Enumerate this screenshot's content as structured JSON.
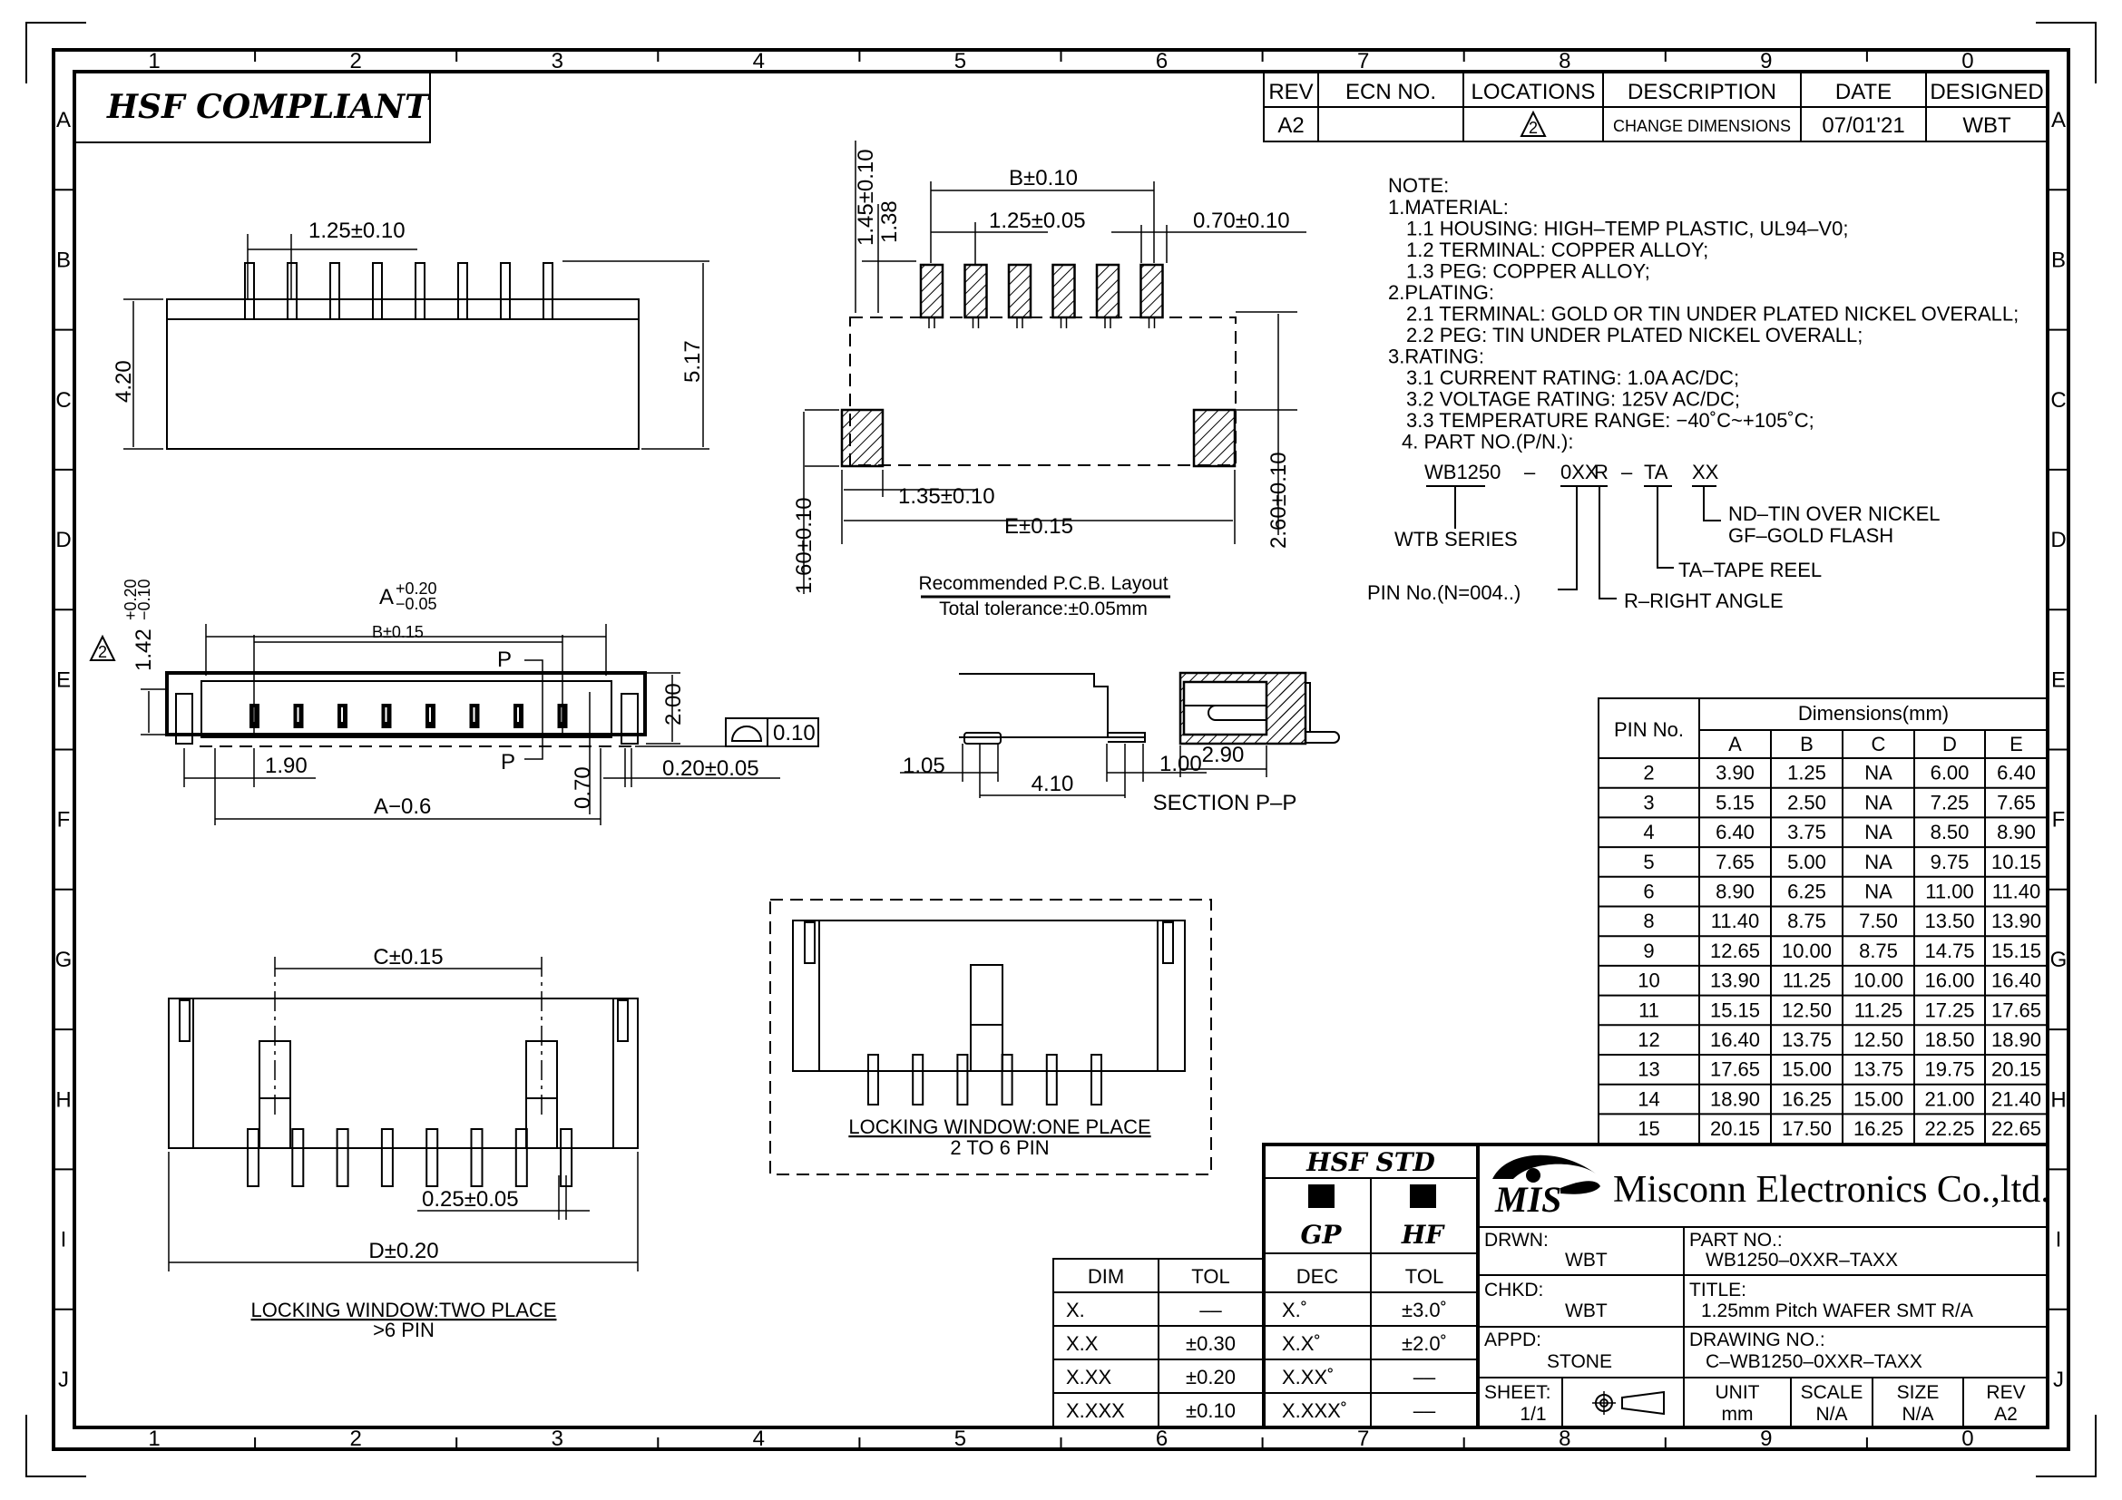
{
  "frame": {
    "columns": [
      "1",
      "2",
      "3",
      "4",
      "5",
      "6",
      "7",
      "8",
      "9",
      "0"
    ],
    "rows": [
      "A",
      "B",
      "C",
      "D",
      "E",
      "F",
      "G",
      "H",
      "I",
      "J"
    ]
  },
  "hsf_banner": "HSF COMPLIANT",
  "revision_table": {
    "headers": [
      "REV",
      "ECN NO.",
      "LOCATIONS",
      "DESCRIPTION",
      "DATE",
      "DESIGNED"
    ],
    "row": {
      "rev": "A2",
      "ecn": "",
      "location_marker": "2",
      "description": "CHANGE DIMENSIONS",
      "date": "07/01'21",
      "designed": "WBT"
    }
  },
  "notes": {
    "heading": "NOTE:",
    "lines": [
      "1.MATERIAL:",
      "1.1  HOUSING:  HIGH–TEMP  PLASTIC,  UL94–V0;",
      "1.2  TERMINAL:  COPPER  ALLOY;",
      "1.3  PEG:  COPPER  ALLOY;",
      "2.PLATING:",
      "2.1  TERMINAL:  GOLD  OR  TIN  UNDER  PLATED  NICKEL  OVERALL;",
      "2.2  PEG:  TIN  UNDER  PLATED  NICKEL  OVERALL;",
      "3.RATING:",
      "3.1  CURRENT  RATING:  1.0A  AC/DC;",
      "3.2  VOLTAGE  RATING:  125V  AC/DC;",
      "3.3  TEMPERATURE  RANGE:  −40˚C~+105˚C;",
      "4.  PART  NO.(P/N.):"
    ],
    "part_number_breakdown": {
      "series_code": "WB1250",
      "dash1": "–",
      "pin_code": "0XX",
      "angle_code": "R",
      "dash2": "–",
      "packing_code": "TA",
      "plating_code": "XX",
      "series_label": "WTB  SERIES",
      "pin_label": "PIN  No.(N=004..)",
      "angle_label": "R–RIGHT  ANGLE",
      "packing_label": "TA–TAPE  REEL",
      "plating_label_1": "ND–TIN  OVER  NICKEL",
      "plating_label_2": "GF–GOLD  FLASH"
    }
  },
  "top_view": {
    "pitch": "1.25±0.10",
    "body_height": "4.20",
    "overall_height": "5.17"
  },
  "pcb_layout": {
    "dim_b": "B±0.10",
    "pitch": "1.25±0.05",
    "pad_width": "0.70±0.10",
    "pad_len_outer": "1.45±0.10",
    "pad_len_inner": "1.38",
    "peg_pad_height": "1.60±0.10",
    "peg_pad_width": "1.35±0.10",
    "dim_e": "E±0.15",
    "peg_to_pad": "2.60±0.10",
    "title": "Recommended  P.C.B.  Layout",
    "subtitle": "Total  tolerance:±0.05mm"
  },
  "front_view": {
    "dim_a_base": "A",
    "dim_a_plus": "+0.20",
    "dim_a_minus": "−0.05",
    "dim_b": "B±0.15",
    "section_mark": "P",
    "height_base": "1.42",
    "height_plus": "+0.20",
    "height_minus": "−0.10",
    "rev_marker": "2",
    "height_200": "2.00",
    "flatness_value": "0.10",
    "dim_190": "1.90",
    "dim_070": "0.70",
    "dim_peg": "0.20±0.05",
    "dim_a_minus_06": "A−0.6"
  },
  "side_view": {
    "dim_105": "1.05",
    "dim_410": "4.10",
    "dim_100": "1.00"
  },
  "section_view": {
    "dim_290": "2.90",
    "label": "SECTION  P–P"
  },
  "bottom_view_large": {
    "dim_c": "C±0.15",
    "pin_width": "0.25±0.05",
    "dim_d": "D±0.20",
    "caption_1": "LOCKING  WINDOW:TWO  PLACE",
    "caption_2": ">6  PIN"
  },
  "bottom_view_small": {
    "caption_1": "LOCKING  WINDOW:ONE  PLACE",
    "caption_2": "2  TO  6  PIN"
  },
  "dimension_table": {
    "pin_header": "PIN  No.",
    "group_header": "Dimensions(mm)",
    "columns": [
      "A",
      "B",
      "C",
      "D",
      "E"
    ],
    "rows": [
      {
        "pin": "2",
        "values": [
          "3.90",
          "1.25",
          "NA",
          "6.00",
          "6.40"
        ]
      },
      {
        "pin": "3",
        "values": [
          "5.15",
          "2.50",
          "NA",
          "7.25",
          "7.65"
        ]
      },
      {
        "pin": "4",
        "values": [
          "6.40",
          "3.75",
          "NA",
          "8.50",
          "8.90"
        ]
      },
      {
        "pin": "5",
        "values": [
          "7.65",
          "5.00",
          "NA",
          "9.75",
          "10.15"
        ]
      },
      {
        "pin": "6",
        "values": [
          "8.90",
          "6.25",
          "NA",
          "11.00",
          "11.40"
        ]
      },
      {
        "pin": "8",
        "values": [
          "11.40",
          "8.75",
          "7.50",
          "13.50",
          "13.90"
        ]
      },
      {
        "pin": "9",
        "values": [
          "12.65",
          "10.00",
          "8.75",
          "14.75",
          "15.15"
        ]
      },
      {
        "pin": "10",
        "values": [
          "13.90",
          "11.25",
          "10.00",
          "16.00",
          "16.40"
        ]
      },
      {
        "pin": "11",
        "values": [
          "15.15",
          "12.50",
          "11.25",
          "17.25",
          "17.65"
        ]
      },
      {
        "pin": "12",
        "values": [
          "16.40",
          "13.75",
          "12.50",
          "18.50",
          "18.90"
        ]
      },
      {
        "pin": "13",
        "values": [
          "17.65",
          "15.00",
          "13.75",
          "19.75",
          "20.15"
        ]
      },
      {
        "pin": "14",
        "values": [
          "18.90",
          "16.25",
          "15.00",
          "21.00",
          "21.40"
        ]
      },
      {
        "pin": "15",
        "values": [
          "20.15",
          "17.50",
          "16.25",
          "22.25",
          "22.65"
        ]
      }
    ]
  },
  "tolerance_table": {
    "headers": [
      "DIM",
      "TOL"
    ],
    "rows": [
      [
        "X.",
        "––"
      ],
      [
        "X.X",
        "±0.30"
      ],
      [
        "X.XX",
        "±0.20"
      ],
      [
        "X.XXX",
        "±0.10"
      ]
    ]
  },
  "hsf_std": {
    "title": "HSF  STD",
    "gp": "GP",
    "hf": "HF",
    "headers": [
      "DEC",
      "TOL"
    ],
    "rows": [
      [
        "X.˚",
        "±3.0˚"
      ],
      [
        "X.X˚",
        "±2.0˚"
      ],
      [
        "X.XX˚",
        "––"
      ],
      [
        "X.XXX˚",
        "––"
      ]
    ]
  },
  "title_block": {
    "logo_text": "MIS",
    "company": "Misconn Electronics Co.,ltd.",
    "drawn_label": "DRWN:",
    "drawn_by": "WBT",
    "checked_label": "CHKD:",
    "checked_by": "WBT",
    "approved_label": "APPD:",
    "approved_by": "STONE",
    "part_no_label": "PART  NO.:",
    "part_no": "WB1250–0XXR–TAXX",
    "title_label": "TITLE:",
    "title": "1.25mm  Pitch  WAFER  SMT  R/A",
    "drawing_no_label": "DRAWING  NO.:",
    "drawing_no": "C–WB1250–0XXR–TAXX",
    "sheet_label": "SHEET:",
    "sheet": "1/1",
    "unit_label": "UNIT",
    "unit": "mm",
    "scale_label": "SCALE",
    "scale": "N/A",
    "size_label": "SIZE",
    "size": "N/A",
    "rev_label": "REV",
    "rev": "A2",
    "projection_icon": "third-angle-projection-icon"
  }
}
